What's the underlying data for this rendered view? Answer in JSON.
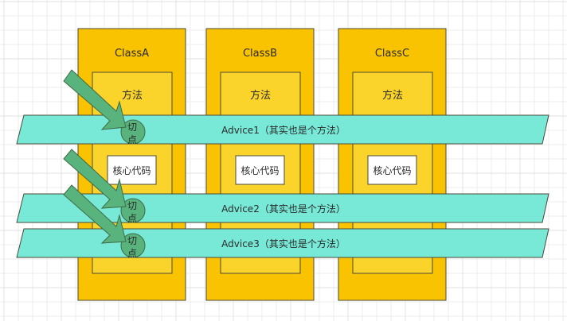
{
  "diagram": {
    "colors": {
      "class_fill": "#F9C301",
      "method_fill": "#FAD42A",
      "core_fill": "#FFFFFF",
      "advice_fill": "#78E9D7",
      "pointcut_fill": "#58B47C",
      "arrow_fill": "#58B47C",
      "stroke": "#4a4a3a",
      "grid_line": "#ececec",
      "grid_line_major": "#e2e2e2"
    },
    "classes": [
      {
        "name": "ClassA",
        "method_label": "方法",
        "core_label": "核心代码"
      },
      {
        "name": "ClassB",
        "method_label": "方法",
        "core_label": "核心代码"
      },
      {
        "name": "ClassC",
        "method_label": "方法",
        "core_label": "核心代码"
      }
    ],
    "advices": [
      {
        "label": "Advice1（其实也是个方法）"
      },
      {
        "label": "Advice2（其实也是个方法）"
      },
      {
        "label": "Advice3（其实也是个方法）"
      }
    ],
    "pointcuts": [
      {
        "label_line1": "切",
        "label_line2": "点"
      },
      {
        "label_line1": "切",
        "label_line2": "点"
      },
      {
        "label_line1": "切",
        "label_line2": "点"
      }
    ]
  }
}
